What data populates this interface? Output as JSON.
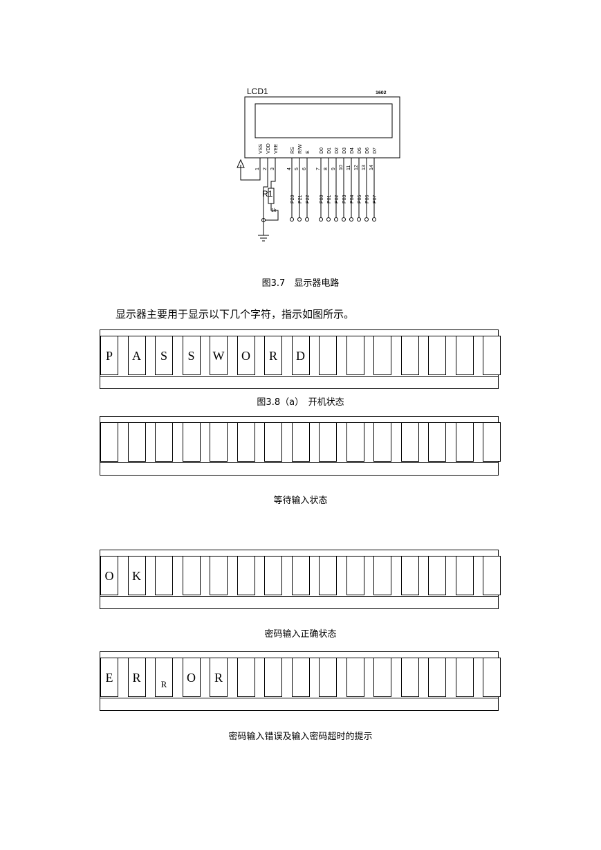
{
  "circuit": {
    "lcd_name": "LCD1",
    "model": "1602",
    "pin_names": [
      "VSS",
      "VDD",
      "VEE",
      "RS",
      "R/W",
      "E",
      "D0",
      "D1",
      "D2",
      "D3",
      "D4",
      "D5",
      "D6",
      "D7"
    ],
    "pin_numbers": [
      "1",
      "2",
      "3",
      "4",
      "5",
      "6",
      "7",
      "8",
      "9",
      "10",
      "11",
      "12",
      "13",
      "14"
    ],
    "net_labels": [
      "P20",
      "P21",
      "P22",
      "P00",
      "P01",
      "P02",
      "P03",
      "P04",
      "P05",
      "P06",
      "P07"
    ],
    "resistor_name": "R1",
    "resistor_value": "1k"
  },
  "figure_caption": "图3.7　显示器电路",
  "paragraph": "显示器主要用于显示以下几个字符，指示如图所示。",
  "panels": [
    {
      "chars": [
        "P",
        "A",
        "S",
        "S",
        "W",
        "O",
        "R",
        "D",
        "",
        "",
        "",
        "",
        "",
        "",
        ""
      ],
      "caption": "图3.8（a）　开机状态"
    },
    {
      "chars": [
        "",
        "",
        "",
        "",
        "",
        "",
        "",
        "",
        "",
        "",
        "",
        "",
        "",
        "",
        ""
      ],
      "caption": "等待输入状态"
    },
    {
      "chars": [
        "O",
        "K",
        "",
        "",
        "",
        "",
        "",
        "",
        "",
        "",
        "",
        "",
        "",
        "",
        ""
      ],
      "caption": "密码输入正确状态"
    },
    {
      "chars": [
        "E",
        "R",
        "R",
        "O",
        "R",
        "",
        "",
        "",
        "",
        "",
        "",
        "",
        "",
        "",
        ""
      ],
      "caption": "密码输入错误及输入密码超时的提示"
    }
  ]
}
